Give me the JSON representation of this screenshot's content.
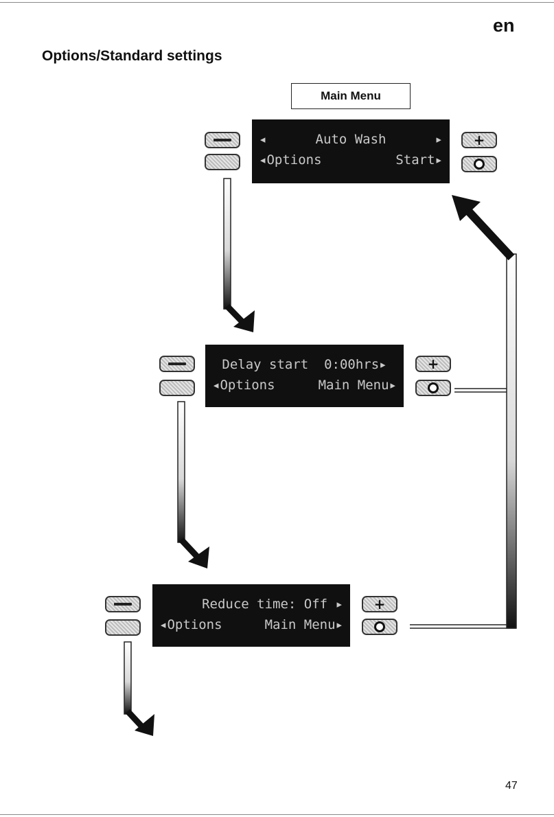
{
  "header": {
    "language": "en",
    "title": "Options/Standard settings"
  },
  "main_menu_label": "Main Menu",
  "screens": [
    {
      "line1": {
        "left": "◂",
        "center": "Auto Wash",
        "right": "▸"
      },
      "line2": {
        "left": "◂Options",
        "right": "Start▸"
      }
    },
    {
      "line1": {
        "left": "",
        "center": "Delay start  0:00hrs▸",
        "right": ""
      },
      "line2": {
        "left": "◂Options",
        "right": "Main Menu▸"
      }
    },
    {
      "line1": {
        "left": "",
        "center": "Reduce time: Off ▸",
        "right": ""
      },
      "line2": {
        "left": "◂Options",
        "right": "Main Menu▸"
      }
    }
  ],
  "buttons": {
    "minus": "−",
    "plus": "+",
    "start": "O"
  },
  "footer": {
    "page_number": "47"
  }
}
